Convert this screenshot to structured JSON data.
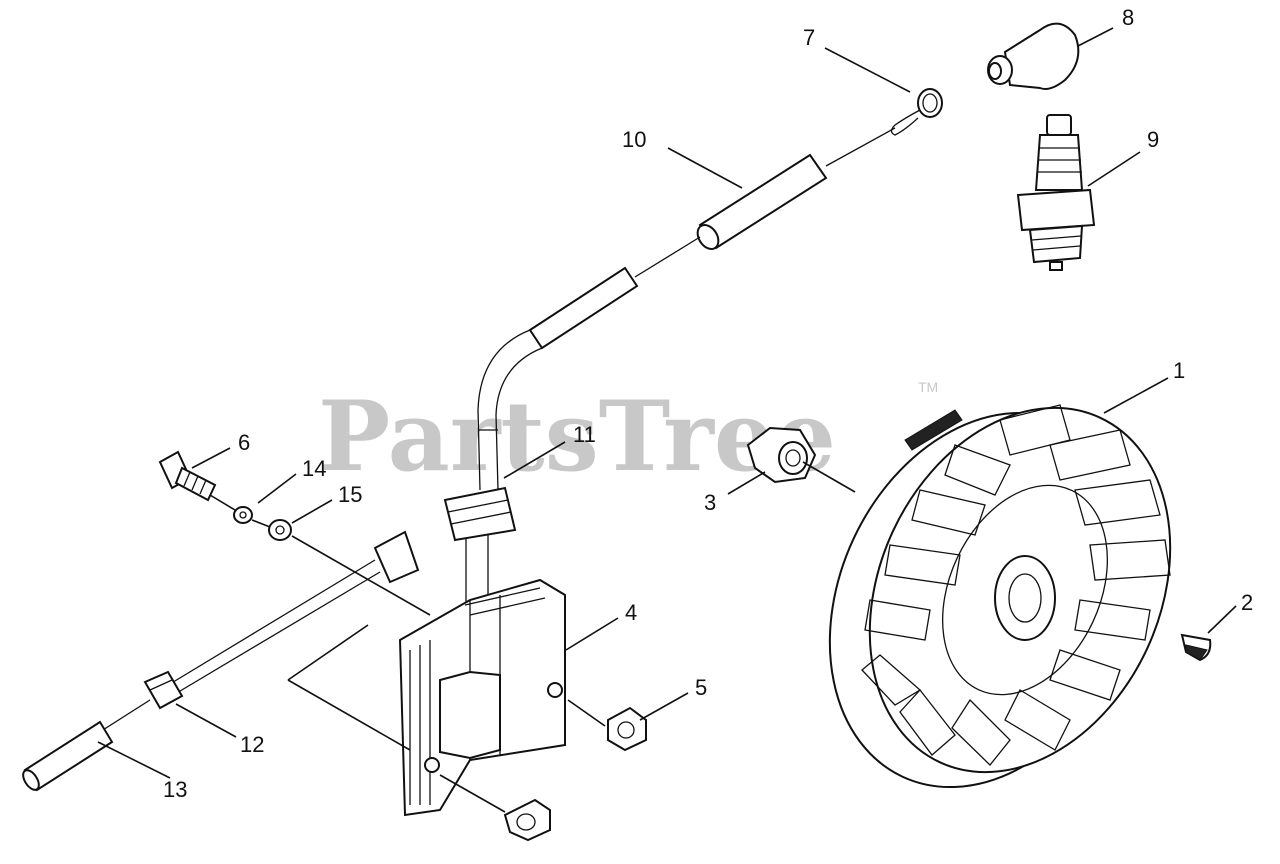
{
  "watermark": {
    "text": "PartsTree",
    "trademark": "TM"
  },
  "callouts": [
    {
      "id": "1",
      "label": "1"
    },
    {
      "id": "2",
      "label": "2"
    },
    {
      "id": "3",
      "label": "3"
    },
    {
      "id": "4",
      "label": "4"
    },
    {
      "id": "5",
      "label": "5"
    },
    {
      "id": "6",
      "label": "6"
    },
    {
      "id": "7",
      "label": "7"
    },
    {
      "id": "8",
      "label": "8"
    },
    {
      "id": "9",
      "label": "9"
    },
    {
      "id": "10",
      "label": "10"
    },
    {
      "id": "11",
      "label": "11"
    },
    {
      "id": "12",
      "label": "12"
    },
    {
      "id": "13",
      "label": "13"
    },
    {
      "id": "14",
      "label": "14"
    },
    {
      "id": "15",
      "label": "15"
    }
  ],
  "parts": [
    {
      "callout": "1",
      "icon": "flywheel-icon"
    },
    {
      "callout": "2",
      "icon": "woodruff-key-icon"
    },
    {
      "callout": "3",
      "icon": "flange-nut-icon"
    },
    {
      "callout": "4",
      "icon": "ignition-coil-icon"
    },
    {
      "callout": "5",
      "icon": "nut-icon"
    },
    {
      "callout": "6",
      "icon": "bolt-icon"
    },
    {
      "callout": "7",
      "icon": "spring-clip-icon"
    },
    {
      "callout": "8",
      "icon": "spark-plug-boot-icon"
    },
    {
      "callout": "9",
      "icon": "spark-plug-icon"
    },
    {
      "callout": "10",
      "icon": "tube-icon"
    },
    {
      "callout": "11",
      "icon": "grommet-icon"
    },
    {
      "callout": "12",
      "icon": "wire-clamp-icon"
    },
    {
      "callout": "13",
      "icon": "stop-wire-icon"
    },
    {
      "callout": "14",
      "icon": "lock-washer-icon"
    },
    {
      "callout": "15",
      "icon": "flat-washer-icon"
    }
  ]
}
